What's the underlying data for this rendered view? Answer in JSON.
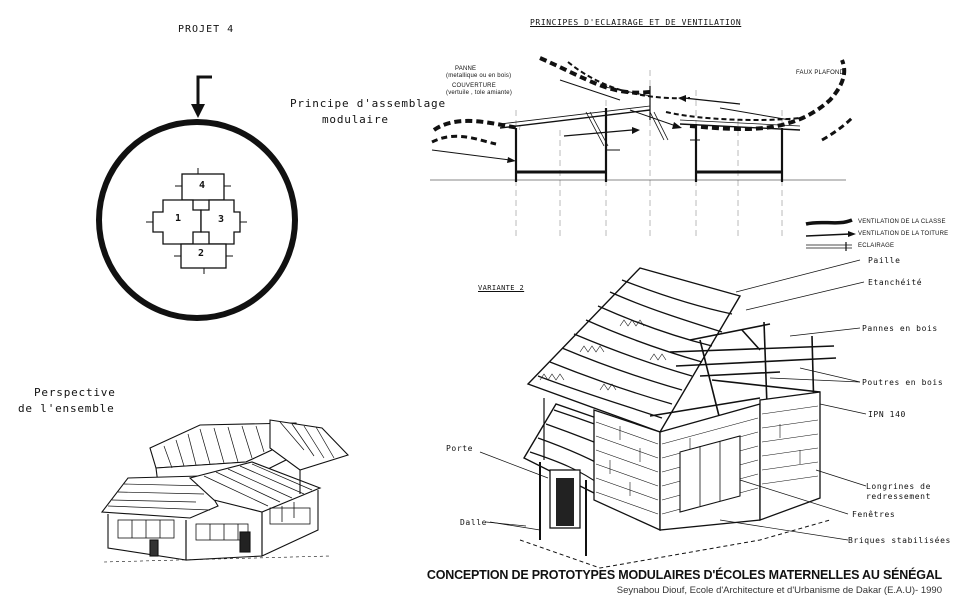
{
  "panel_left": {
    "project_label": "PROJET 4",
    "principle_line1": "Principe d'assemblage",
    "principle_line2": "modulaire",
    "modules": [
      "4",
      "1",
      "3",
      "2"
    ],
    "perspective_line1": "Perspective",
    "perspective_line2": "de l'ensemble"
  },
  "section": {
    "title": "PRINCIPES D'ECLAIRAGE ET DE VENTILATION",
    "panne_label": "PANNE",
    "panne_sub": "(metallique ou en bois)",
    "couverture_label": "COUVERTURE",
    "couverture_sub": "(vertuile , tole amiante)",
    "faux_plafond": "FAUX PLAFOND"
  },
  "legend": [
    {
      "label": "VENTILATION DE LA CLASSE",
      "style": "dashed-thick"
    },
    {
      "label": "VENTILATION DE LA TOITURE",
      "style": "solid-arrow"
    },
    {
      "label": "ECLAIRAGE",
      "style": "double-line"
    }
  ],
  "detail": {
    "variante": "VARIANTE 2",
    "callouts_right": [
      "Paille",
      "Etanchéité",
      "Pannes en bois",
      "Poutres en bois",
      "IPN 140",
      "Longrines de redressement",
      "Fenêtres",
      "Briques stabilisées"
    ],
    "callouts_left": [
      "Porte",
      "Dalle"
    ]
  },
  "footer": {
    "title": "CONCEPTION DE PROTOTYPES MODULAIRES D'ÉCOLES MATERNELLES AU SÉNÉGAL",
    "subtitle": "Seynabou Diouf, Ecole d'Architecture et d'Urbanisme de Dakar (E.A.U)- 1990"
  },
  "colors": {
    "ink": "#111111",
    "paper": "#ffffff",
    "gray": "#555555"
  }
}
